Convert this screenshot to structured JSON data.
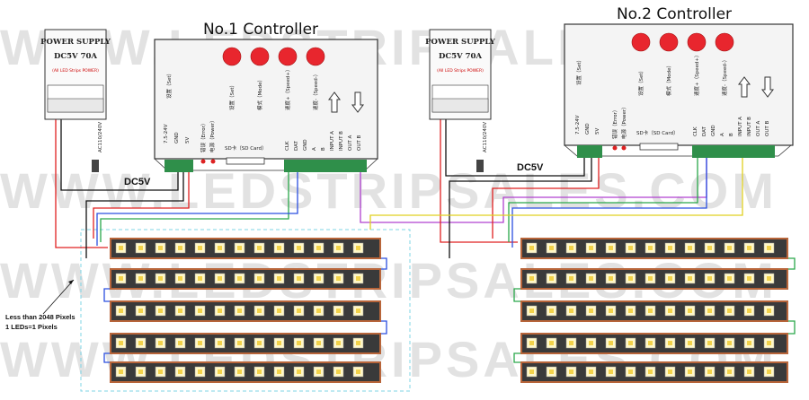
{
  "watermark": "WWW.LEDSTRIPSALES.COM",
  "controllers": [
    {
      "title": "No.1 Controller",
      "buttons": [
        "模式（Mode）",
        "速度+（Speed+）",
        "速度-（Speed-）"
      ],
      "set_button": "设置（Set）",
      "status": [
        "错误（Error）",
        "电源（Power）"
      ],
      "sd_label": "SD卡（SD Card）",
      "left_terminals": [
        "7.5-24V",
        "GND",
        "5V"
      ],
      "right_terminals": [
        "CLK",
        "DAT",
        "GND",
        "A",
        "B",
        "INPUT A",
        "INPUT B",
        "OUT A",
        "OUT B"
      ]
    },
    {
      "title": "No.2 Controller",
      "buttons": [
        "模式（Mode）",
        "速度+（Speed+）",
        "速度-（Speed-）"
      ],
      "set_button": "设置（Set）",
      "status": [
        "错误（Error）",
        "电源（Power）"
      ],
      "sd_label": "SD卡（SD Card）",
      "left_terminals": [
        "7.5-24V",
        "GND",
        "5V"
      ],
      "right_terminals": [
        "CLK",
        "DAT",
        "GND",
        "A",
        "B",
        "INPUT A",
        "INPUT B",
        "OUT A",
        "OUT B"
      ]
    }
  ],
  "power_supply": {
    "line1": "POWER SUPPLY",
    "line2": "DC5V 70A",
    "note": "(All LED Strips POWER)",
    "ac_label": "AC110/240V"
  },
  "dc_label": "DC5V",
  "pixel_note": [
    "Less than 2048 Pixels",
    "1 LEDs=1 Pixels"
  ],
  "colors": {
    "red_button": "#e8262e",
    "controller_body": "#f4f4f4",
    "terminal_green": "#2f8f4a",
    "strip_dark": "#3a3a3a",
    "strip_edge": "#b8653a",
    "dashed_box": "#7fd4e6",
    "wire_red": "#e02020",
    "wire_black": "#111111",
    "wire_green": "#2aa84a",
    "wire_blue": "#2b4fe0",
    "wire_yellow": "#e0d020",
    "wire_purple": "#b040d0"
  }
}
